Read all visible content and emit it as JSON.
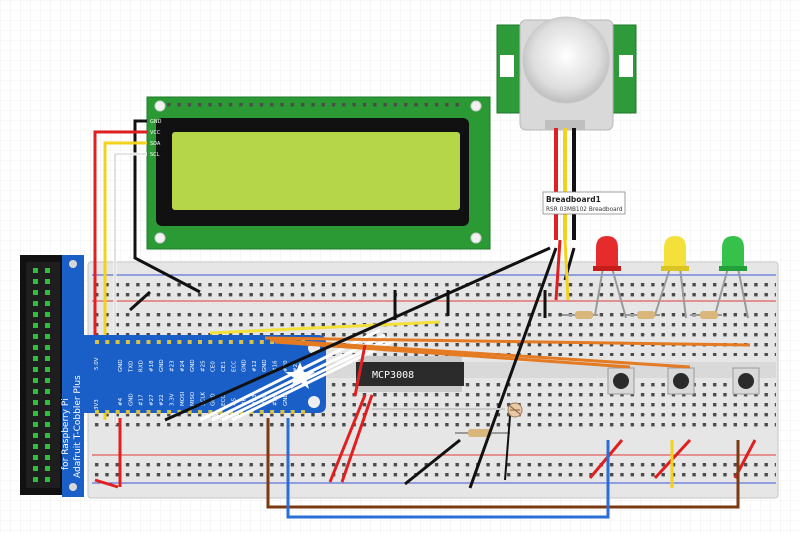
{
  "cobbler": {
    "title_line1": "Adafruit T-Cobbler Plus",
    "title_line2": "for Raspberry Pi",
    "pin_5v": "5.0V",
    "pin_3v3": "3V3",
    "left_pins": [
      "GND",
      "TXD",
      "RXD",
      "#18",
      "GND",
      "#23",
      "#24",
      "GND",
      "#25",
      "CE0",
      "CE1",
      "ECC",
      "GND",
      "#12",
      "GND",
      "#16",
      "#20",
      "#21"
    ],
    "right_pins": [
      "#4",
      "GND",
      "#17",
      "#27",
      "#22",
      "3.3V",
      "MOSI",
      "MISO",
      "SCLK",
      "GND",
      "ECC",
      "#5",
      "#6",
      "#13",
      "#19",
      "#26",
      "GND"
    ]
  },
  "lcd": {
    "pins": [
      "GND",
      "VCC",
      "SDA",
      "SCL"
    ]
  },
  "chip": {
    "label": "MCP3008"
  },
  "tooltip": {
    "title": "Breadboard1",
    "subtitle": "RSR 03MB102 Breadboard"
  },
  "leds": [
    {
      "color": "#e52b2b"
    },
    {
      "color": "#f3e03b"
    },
    {
      "color": "#36c24a"
    }
  ],
  "colors": {
    "lcd_board": "#1d8f2c",
    "lcd_screen": "#b6d64a",
    "breadboard": "#e9e9e9",
    "rail_red": "#e03a3a",
    "rail_blue": "#3a55d8",
    "cobbler": "#1a5fc7"
  }
}
